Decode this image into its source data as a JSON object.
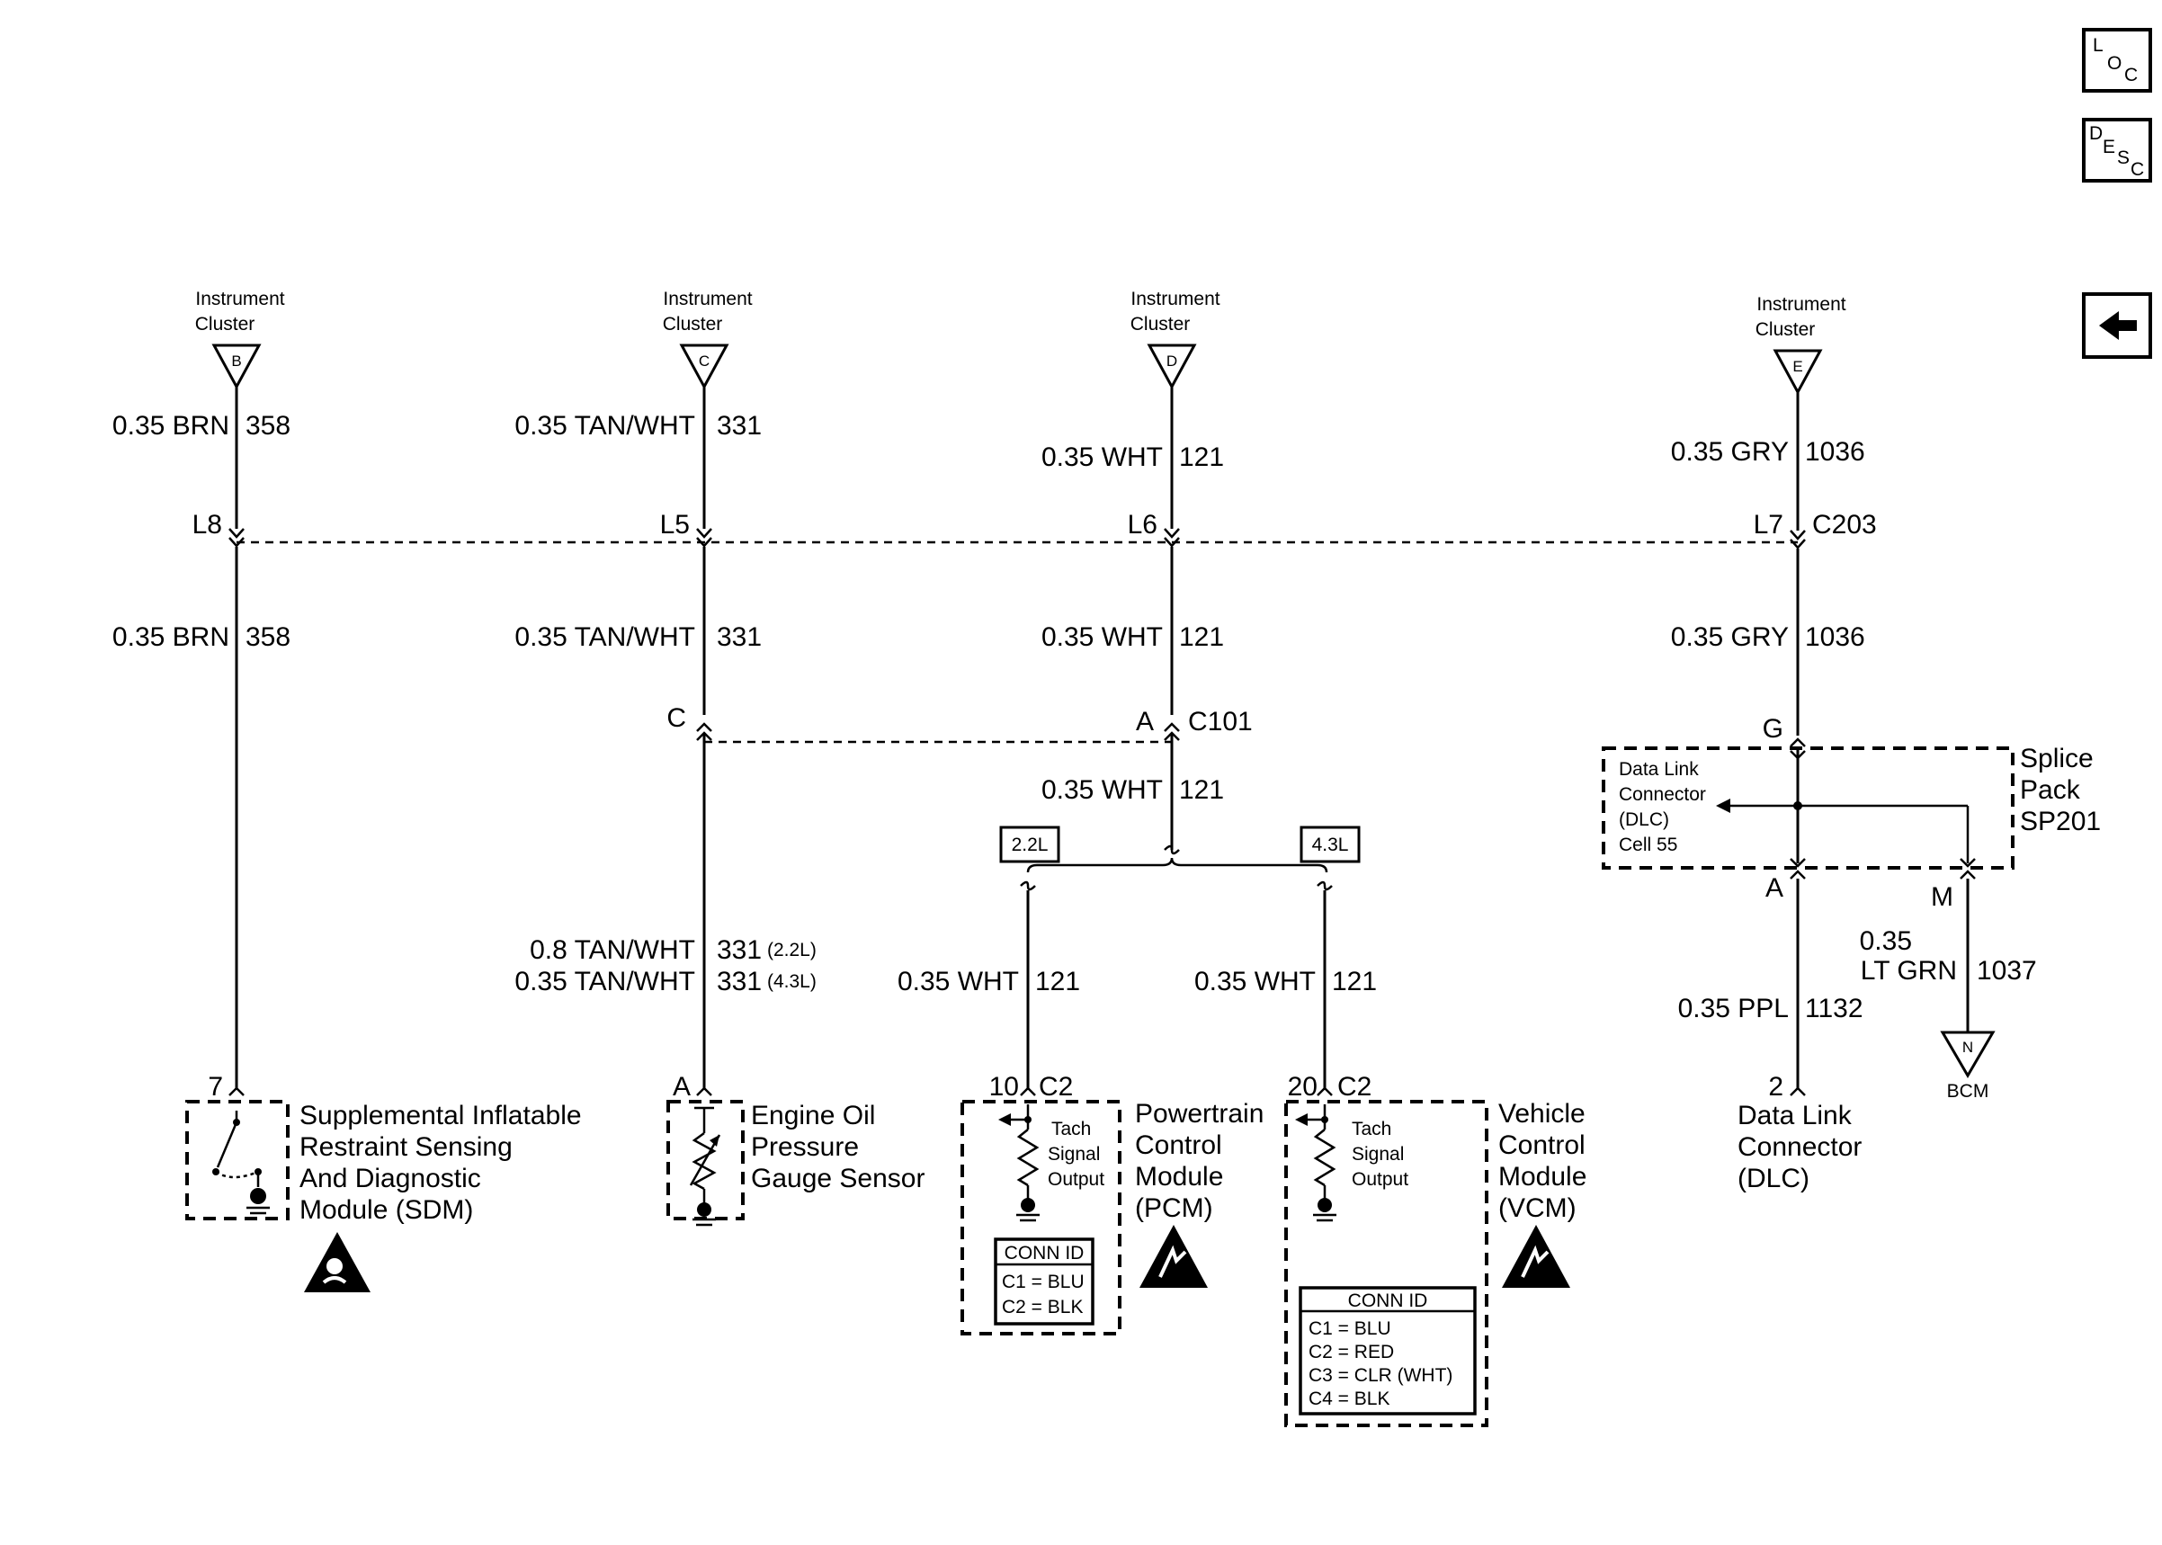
{
  "nav": {
    "loc": {
      "l": "L",
      "o": "O",
      "c": "C"
    },
    "desc": {
      "d": "D",
      "e": "E",
      "s": "S",
      "c": "C"
    },
    "back_icon": "left-arrow-icon"
  },
  "cluster": {
    "label_line1": "Instrument",
    "label_line2": "Cluster",
    "pins": [
      "B",
      "C",
      "D",
      "E"
    ]
  },
  "wires": {
    "brn_color": "0.35 BRN",
    "brn_circuit": "358",
    "tanwht_color": "0.35 TAN/WHT",
    "tanwht_circuit": "331",
    "wht_color": "0.35 WHT",
    "wht_circuit": "121",
    "gry_color": "0.35 GRY",
    "gry_circuit": "1036",
    "tanwht_08_color": "0.8 TAN/WHT",
    "tanwht_08_circuit": "331",
    "tanwht_08_note": "(2.2L)",
    "tanwht_035_color": "0.35 TAN/WHT",
    "tanwht_035_circuit": "331",
    "tanwht_035_note": "(4.3L)",
    "ppl_color": "0.35 PPL",
    "ppl_circuit": "1132",
    "ltgrn_size": "0.35",
    "ltgrn_color": "LT GRN",
    "ltgrn_circuit": "1037"
  },
  "connectors": {
    "L8": "L8",
    "L5": "L5",
    "L6": "L6",
    "L7": "L7",
    "C203": "C203",
    "C_pin": "C",
    "A_pin": "A",
    "C101": "C101",
    "G_pin": "G",
    "A_pin2": "A",
    "M_pin": "M",
    "sdm_pin": "7",
    "sensor_pin": "A",
    "pcm_pin": "10",
    "pcm_conn": "C2",
    "vcm_pin": "20",
    "vcm_conn": "C2",
    "dlc_pin": "2"
  },
  "options": {
    "opt_22": "2.2L",
    "opt_43": "4.3L"
  },
  "components": {
    "sdm": [
      "Supplemental Inflatable",
      "Restraint Sensing",
      "And Diagnostic",
      "Module (SDM)"
    ],
    "sensor": [
      "Engine Oil",
      "Pressure",
      "Gauge Sensor"
    ],
    "pcm": [
      "Powertrain",
      "Control",
      "Module",
      "(PCM)"
    ],
    "vcm": [
      "Vehicle",
      "Control",
      "Module",
      "(VCM)"
    ],
    "dlc": [
      "Data Link",
      "Connector",
      "(DLC)"
    ],
    "splice": [
      "Splice",
      "Pack",
      "SP201"
    ],
    "splice_inner": [
      "Data Link",
      "Connector",
      "(DLC)",
      "Cell 55"
    ],
    "tach": [
      "Tach",
      "Signal",
      "Output"
    ],
    "bcm_pin": "N",
    "bcm_label": "BCM"
  },
  "conn_id": {
    "title": "CONN ID",
    "pcm": [
      "C1 = BLU",
      "C2 = BLK"
    ],
    "vcm": [
      "C1 = BLU",
      "C2 = RED",
      "C3 = CLR (WHT)",
      "C4 = BLK"
    ]
  }
}
